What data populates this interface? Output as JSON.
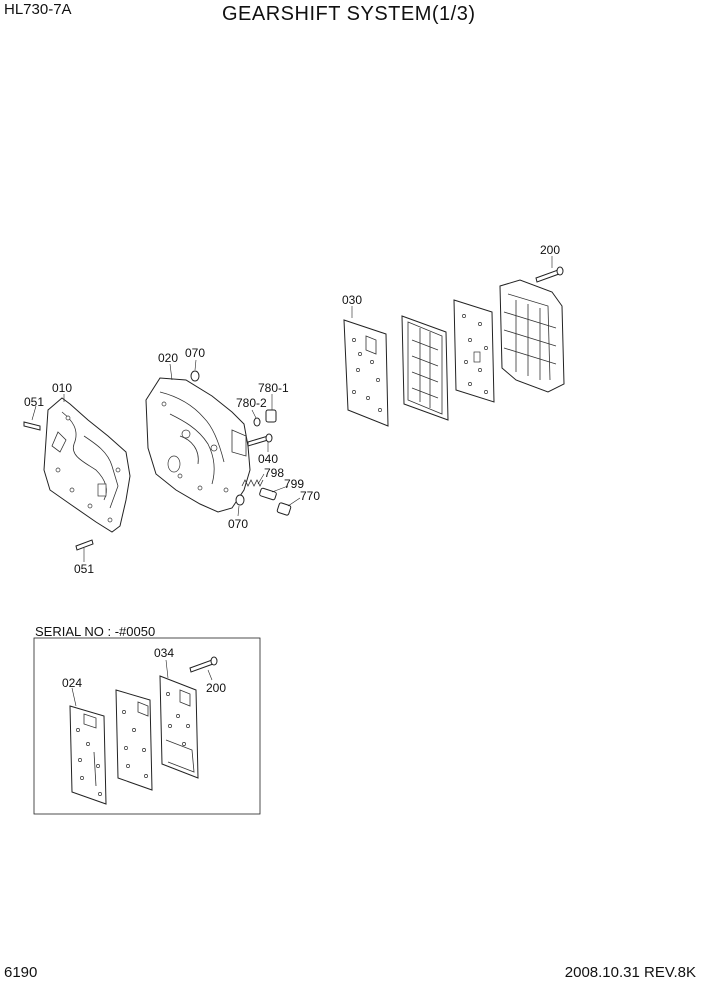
{
  "header": {
    "model": "HL730-7A",
    "title": "GEARSHIFT SYSTEM(1/3)"
  },
  "footer": {
    "page": "6190",
    "revision": "2008.10.31  REV.8K"
  },
  "inset": {
    "serial": "SERIAL NO : -#0050"
  },
  "labels": {
    "p010": "010",
    "p020": "020",
    "p030": "030",
    "p034": "034",
    "p024": "024",
    "p040": "040",
    "p051a": "051",
    "p051b": "051",
    "p070a": "070",
    "p070b": "070",
    "p200a": "200",
    "p200b": "200",
    "p770": "770",
    "p7801": "780-1",
    "p7802": "780-2",
    "p798": "798",
    "p799": "799"
  }
}
